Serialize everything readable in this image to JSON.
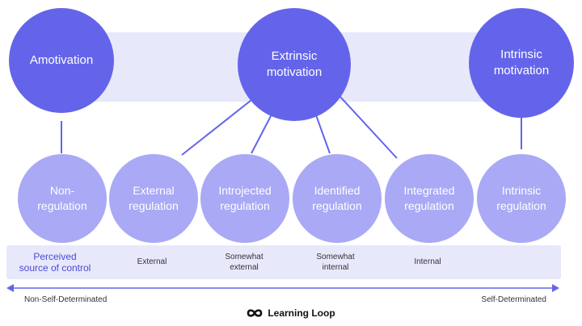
{
  "colors": {
    "primary": "#6464ea",
    "secondary": "#a9a9f6",
    "band": "#e8e8fb",
    "accent_text": "#4a4ad8"
  },
  "top_nodes": {
    "amotivation": "Amotivation",
    "extrinsic": "Extrinsic\nmotivation",
    "intrinsic": "Intrinsic\nmotivation"
  },
  "regulation_nodes": {
    "non_regulation": "Non-\nregulation",
    "external": "External\nregulation",
    "introjected": "Introjected\nregulation",
    "identified": "Identified\nregulation",
    "integrated": "Integrated\nregulation",
    "intrinsic": "Intrinsic\nregulation"
  },
  "control_row": {
    "label": "Perceived\nsource of control",
    "external": "External",
    "somewhat_external": "Somewhat\nexternal",
    "somewhat_internal": "Somewhat\ninternal",
    "internal": "Internal"
  },
  "axis": {
    "left_label": "Non-Self-Determinated",
    "right_label": "Self-Determinated"
  },
  "brand": {
    "name": "Learning Loop",
    "icon": "infinity-loop-icon"
  }
}
